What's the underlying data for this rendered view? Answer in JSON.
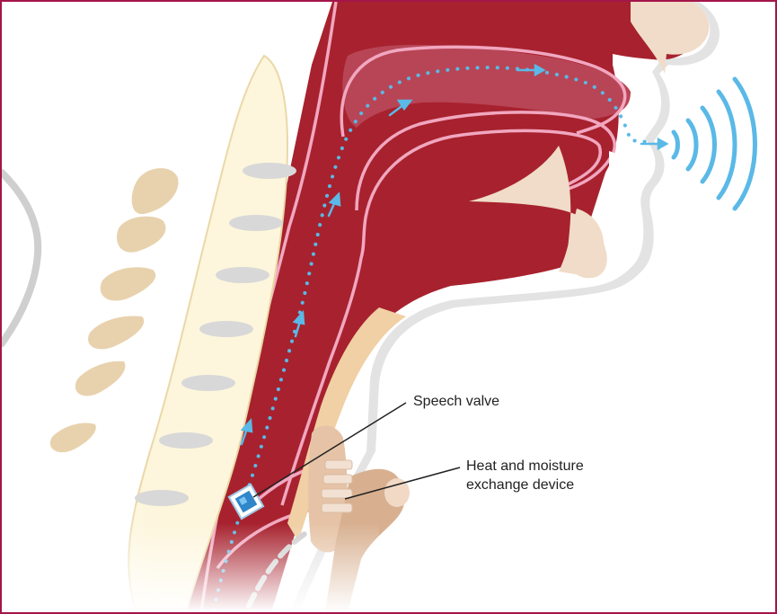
{
  "labels": {
    "speech_valve": "Speech valve",
    "hme_line1": "Heat and moisture",
    "hme_line2": "exchange device"
  },
  "colors": {
    "frame": "#a4154a",
    "tissue": "#a7222e",
    "tissue_light": "#b84556",
    "lining": "#f1a7c0",
    "skin": "#f0dcc8",
    "bone": "#e8d2ae",
    "spine": "#fdf6dc",
    "airflow": "#5ab9e6",
    "valve": "#2f86c9"
  }
}
